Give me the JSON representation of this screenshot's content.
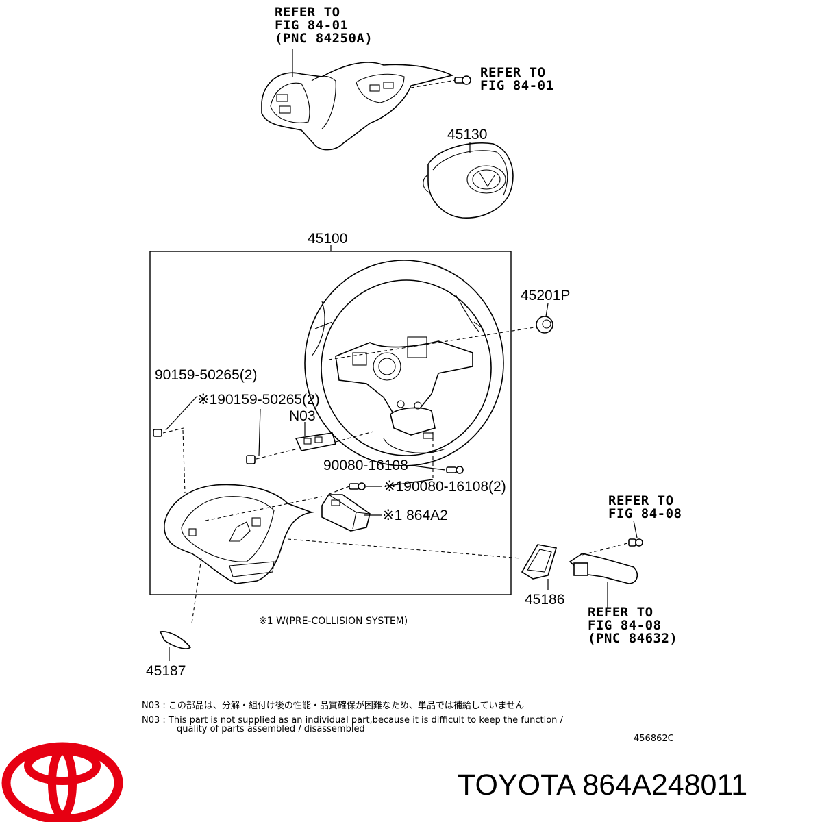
{
  "labels": {
    "refer_top": [
      "REFER TO",
      "FIG 84-01",
      "(PNC 84250A)"
    ],
    "refer_screw": [
      "REFER TO",
      "FIG 84-01"
    ],
    "p45130": "45130",
    "p45100": "45100",
    "p45201p": "45201P",
    "p90159a": "90159-50265(2)",
    "p90159b": "※190159-50265(2)",
    "n03": "N03",
    "p90080a": "90080-16108",
    "p90080b": "※190080-16108(2)",
    "p864a2": "※1 864A2",
    "refer_0808": [
      "REFER TO",
      "FIG 84-08"
    ],
    "p45186": "45186",
    "refer_pnc84632": [
      "REFER TO",
      "FIG 84-08",
      "(PNC 84632)"
    ],
    "footnote_w": "※1 W(PRE-COLLISION SYSTEM)",
    "p45187": "45187"
  },
  "notes": {
    "jp": "N03 : この部品は、分解・組付け後の性能・品質確保が困難なため、単品では補給していません",
    "en1": "N03 : This part is not supplied as an individual part,because it is difficult to keep the function /",
    "en2": "quality of parts assembled / disassembled"
  },
  "diagram_code": "456862C",
  "brand": {
    "text": "TOYOTA 864A248011",
    "logo_color": "#e60012"
  }
}
